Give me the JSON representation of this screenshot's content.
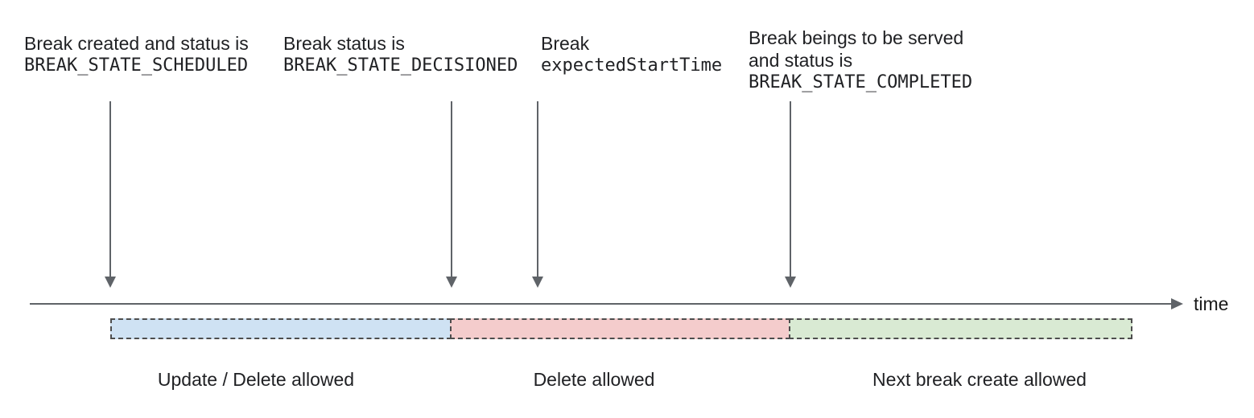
{
  "annotations": {
    "scheduled": {
      "line1": "Break created and status is",
      "line2": "BREAK_STATE_SCHEDULED"
    },
    "decisioned": {
      "line1": "Break status is",
      "line2": "BREAK_STATE_DECISIONED"
    },
    "expected_start": {
      "line1": "Break",
      "line2": "expectedStartTime"
    },
    "completed": {
      "line1": "Break beings to be served",
      "line2": "and status is",
      "line3": "BREAK_STATE_COMPLETED"
    }
  },
  "timeline": {
    "axis_label": "time"
  },
  "segments": {
    "update_delete": {
      "label": "Update / Delete allowed",
      "fill_color": "#cfe2f3"
    },
    "delete": {
      "label": "Delete allowed",
      "fill_color": "#f4cccc"
    },
    "next_break": {
      "label": "Next break create allowed",
      "fill_color": "#d9ead3"
    }
  },
  "colors": {
    "arrow_and_axis": "#5f6368",
    "segment_border": "#4d4d4d",
    "text": "#202124",
    "background": "#ffffff"
  }
}
